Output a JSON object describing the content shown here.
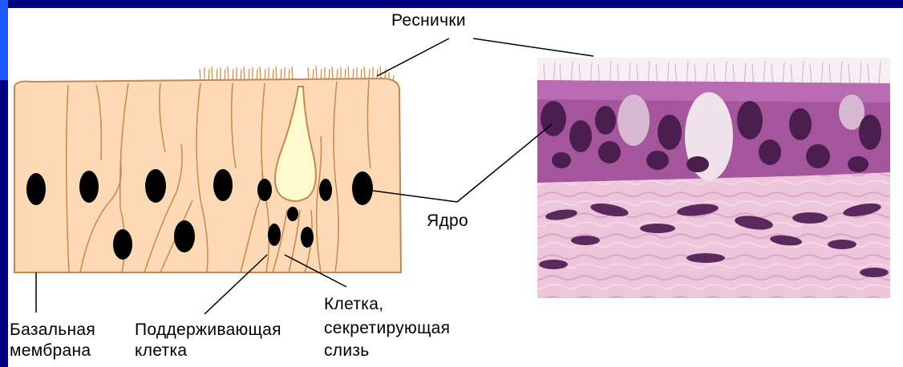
{
  "diagram": {
    "labels": {
      "cilia": "Реснички",
      "nucleus": "Ядро",
      "basal_membrane_line1": "Базальная",
      "basal_membrane_line2": "мембрана",
      "supporting_cell_line1": "Поддерживающая",
      "supporting_cell_line2": "клетка",
      "mucus_cell_line1": "Клетка,",
      "mucus_cell_line2": "секретирующая",
      "mucus_cell_line3": "слизь"
    },
    "colors": {
      "background_frame": "#000080",
      "cell_fill": "#fdd9b5",
      "cell_border": "#c7864d",
      "goblet_fill": "#fffacd",
      "nucleus": "#000000",
      "tissue_pink": "#e8b8d2",
      "tissue_purple": "#8a3f86"
    }
  }
}
